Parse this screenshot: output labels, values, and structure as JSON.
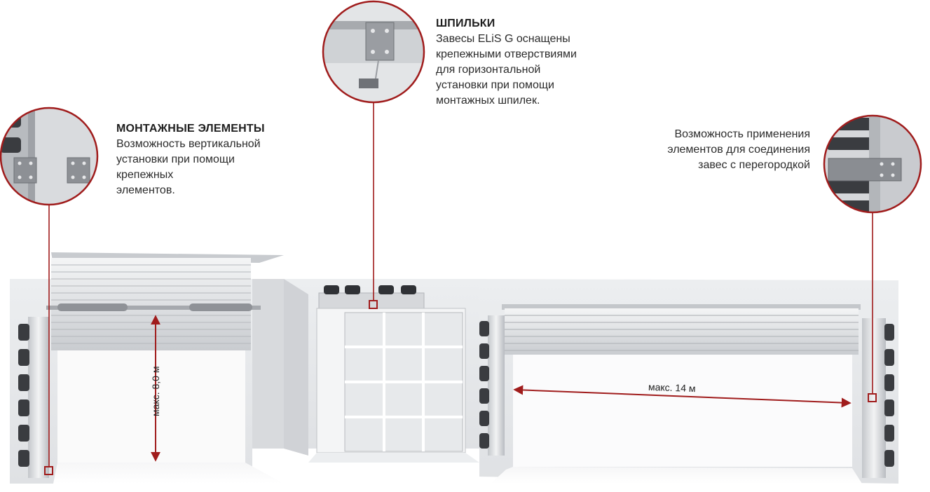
{
  "callouts": {
    "left": {
      "title": "МОНТАЖНЫЕ ЭЛЕМЕНТЫ",
      "text": "Возможность вертикальной\nустановки при помощи\nкрепежных\nэлементов."
    },
    "top": {
      "title": "ШПИЛЬКИ",
      "text": "Завесы ELiS G оснащены\nкрепежными отверствиями\nдля горизонтальной\nустановки при помощи\nмонтажных шпилек."
    },
    "right": {
      "title": "",
      "text": "Возможность применения\nэлементов для соединения\nзавес с перегородкой"
    }
  },
  "dimensions": {
    "height_label": "макс. 8,0 м",
    "width_label": "макс. 14 м"
  },
  "colors": {
    "accent": "#a01c1c",
    "wall": "#e9eaec",
    "metal": "#d2d4d7",
    "dark": "#3a3c40"
  }
}
